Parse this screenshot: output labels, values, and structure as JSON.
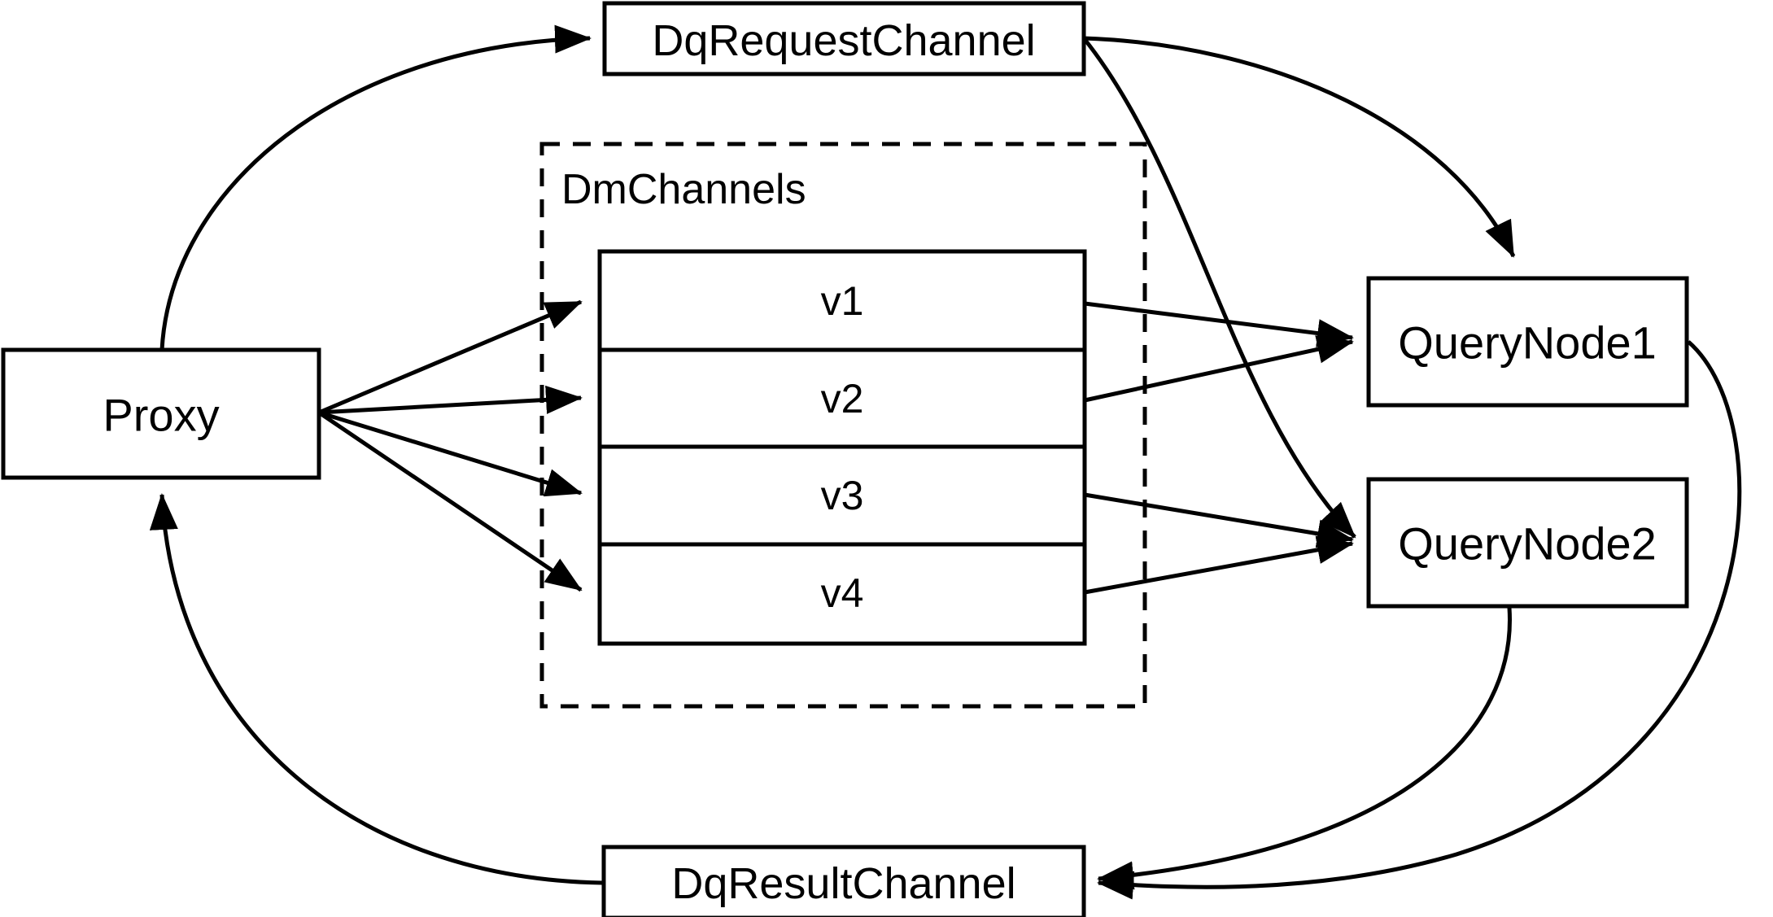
{
  "diagram": {
    "type": "architecture-flow-diagram",
    "background_color": "#ffffff",
    "line_color": "#000000",
    "nodes": {
      "proxy": {
        "label": "Proxy"
      },
      "dq_request_channel": {
        "label": "DqRequestChannel"
      },
      "dq_result_channel": {
        "label": "DqResultChannel"
      },
      "query_node_1": {
        "label": "QueryNode1"
      },
      "query_node_2": {
        "label": "QueryNode2"
      }
    },
    "group": {
      "title": "DmChannels",
      "border_style": "dashed",
      "virtual_channels": [
        {
          "label": "v1"
        },
        {
          "label": "v2"
        },
        {
          "label": "v3"
        },
        {
          "label": "v4"
        }
      ]
    },
    "edges": [
      {
        "from": "Proxy",
        "to": "DqRequestChannel",
        "style": "curved",
        "arrow": true
      },
      {
        "from": "Proxy",
        "to": "v1",
        "style": "straight",
        "arrow": true
      },
      {
        "from": "Proxy",
        "to": "v2",
        "style": "straight",
        "arrow": true
      },
      {
        "from": "Proxy",
        "to": "v3",
        "style": "straight",
        "arrow": true
      },
      {
        "from": "Proxy",
        "to": "v4",
        "style": "straight",
        "arrow": true
      },
      {
        "from": "DqRequestChannel",
        "to": "QueryNode1",
        "style": "curved",
        "arrow": true
      },
      {
        "from": "DqRequestChannel",
        "to": "QueryNode2",
        "style": "curved",
        "arrow": true
      },
      {
        "from": "v1",
        "to": "QueryNode1",
        "style": "straight",
        "arrow": true
      },
      {
        "from": "v2",
        "to": "QueryNode1",
        "style": "straight",
        "arrow": true
      },
      {
        "from": "v3",
        "to": "QueryNode2",
        "style": "straight",
        "arrow": true
      },
      {
        "from": "v4",
        "to": "QueryNode2",
        "style": "straight",
        "arrow": true
      },
      {
        "from": "QueryNode1",
        "to": "DqResultChannel",
        "style": "curved",
        "arrow": true
      },
      {
        "from": "QueryNode2",
        "to": "DqResultChannel",
        "style": "curved",
        "arrow": true
      },
      {
        "from": "DqResultChannel",
        "to": "Proxy",
        "style": "curved",
        "arrow": true
      }
    ]
  }
}
